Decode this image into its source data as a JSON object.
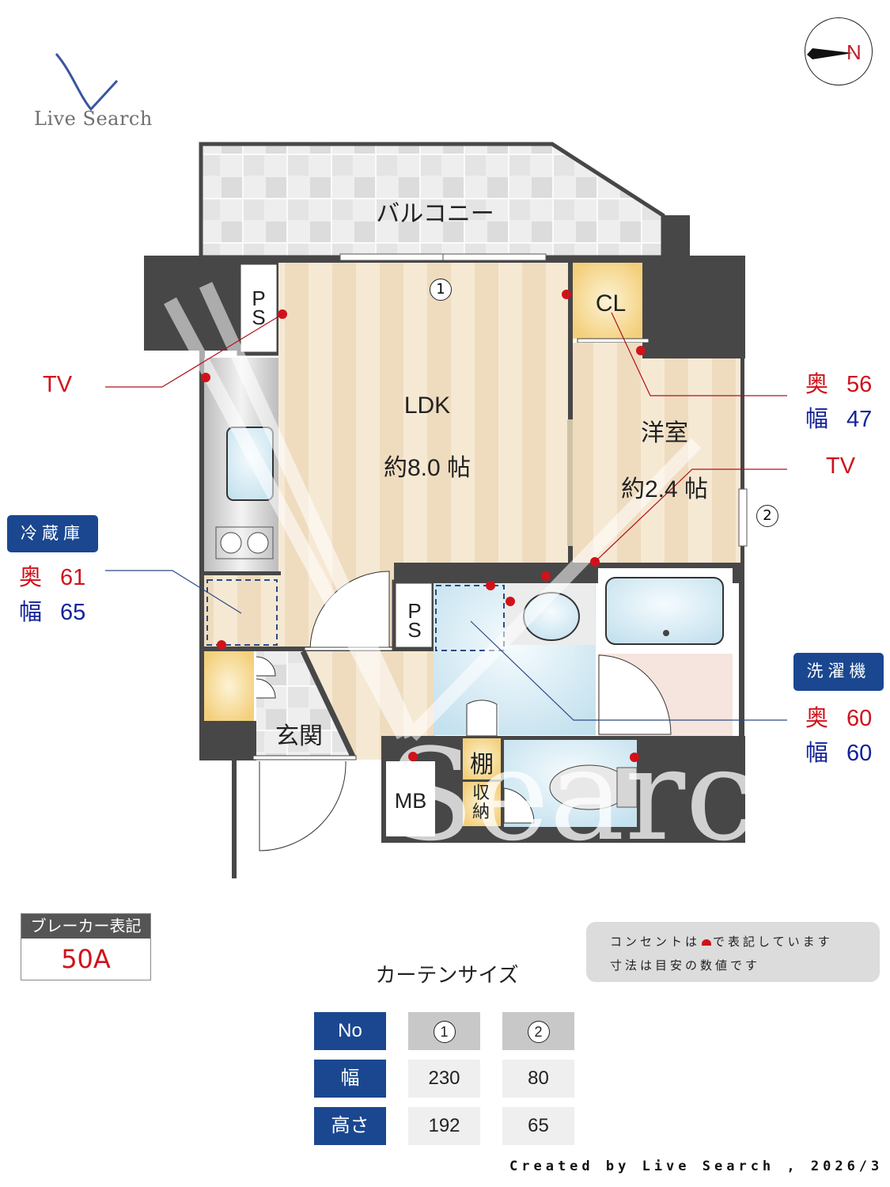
{
  "logo": {
    "text": "Live Search",
    "mark_color": "#3a55a0"
  },
  "compass": {
    "label": "N",
    "direction": "west-pointing arrow"
  },
  "rooms": {
    "balcony": "バルコニー",
    "ldk_name": "LDK",
    "ldk_size": "約8.0 帖",
    "western_name": "洋室",
    "western_size": "約2.4 帖",
    "closet": "CL",
    "ps_top": "P S",
    "ps_mid": "P S",
    "entrance": "玄関",
    "meter_box": "MB",
    "shelf": "棚",
    "storage": "収納"
  },
  "window_markers": {
    "w1": "1",
    "w2": "2"
  },
  "callouts": {
    "tv_left": "TV",
    "tv_right": "TV",
    "closet_dims": {
      "depth_label": "奥",
      "depth": "56",
      "width_label": "幅",
      "width": "47"
    },
    "fridge": {
      "title": "冷蔵庫",
      "depth_label": "奥",
      "depth": "61",
      "width_label": "幅",
      "width": "65"
    },
    "washer": {
      "title": "洗濯機",
      "depth_label": "奥",
      "depth": "60",
      "width_label": "幅",
      "width": "60"
    }
  },
  "breaker": {
    "title": "ブレーカー表記",
    "value": "50A"
  },
  "note": {
    "line1_before": "コンセントは",
    "line1_after": "で表記しています",
    "line2": "寸法は目安の数値です"
  },
  "curtain": {
    "title": "カーテンサイズ",
    "row_headers": [
      "No",
      "幅",
      "高さ"
    ],
    "columns": [
      {
        "no": "1",
        "width": "230",
        "height": "192"
      },
      {
        "no": "2",
        "width": "80",
        "height": "65"
      }
    ]
  },
  "credit": "Created by Live Search , 2026/3",
  "colors": {
    "wall": "#474747",
    "floor_light": "#f6e9d4",
    "floor_dark": "#efdcbf",
    "water": "#cfe6f0",
    "accent_blue": "#1a4790",
    "outlet_red": "#d0121b"
  }
}
